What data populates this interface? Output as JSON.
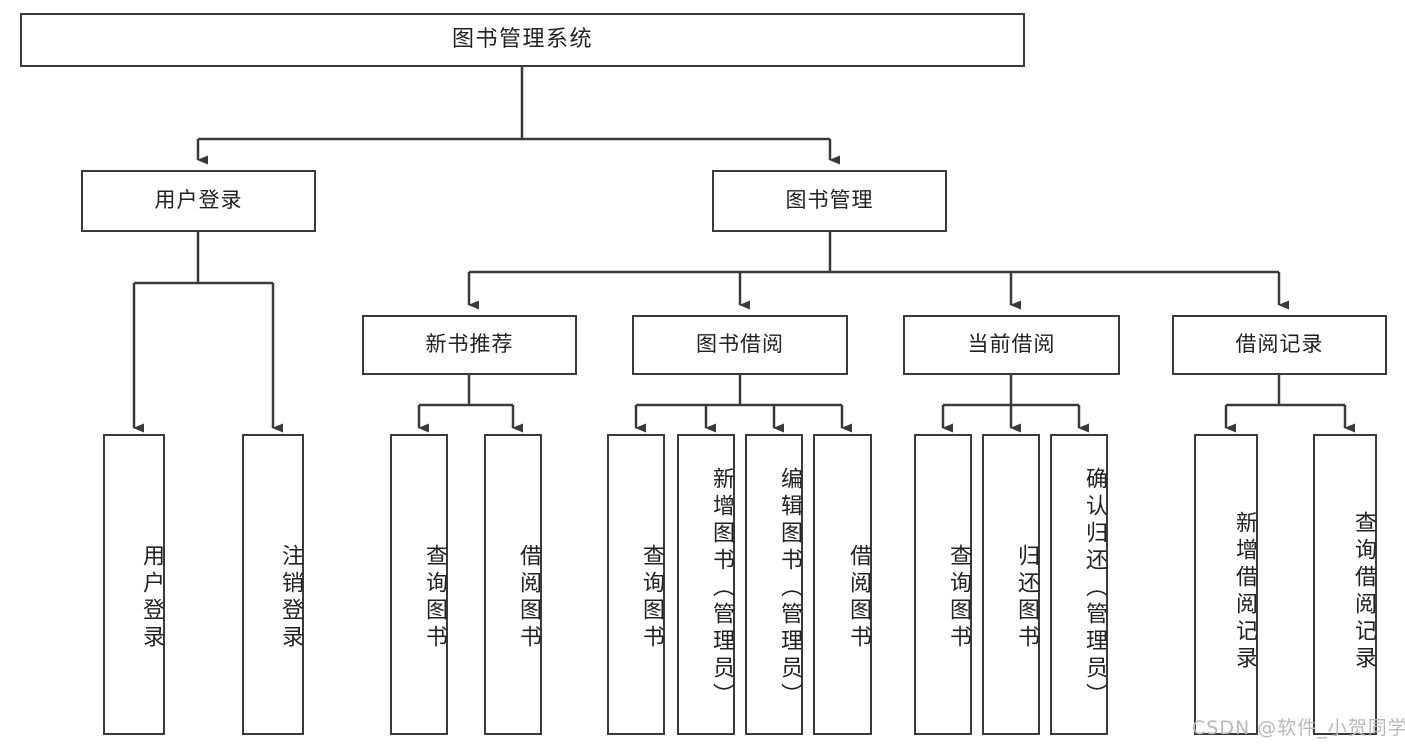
{
  "diagram": {
    "title": "图书管理系统",
    "watermark": "CSDN @软件_小贺同学",
    "line_color": "#3a3a3a",
    "text_color": "#222222",
    "background": "#ffffff",
    "root": {
      "label": "图书管理系统"
    },
    "level2": [
      {
        "id": "user-login",
        "label": "用户登录"
      },
      {
        "id": "book-manage",
        "label": "图书管理"
      }
    ],
    "level3": [
      {
        "id": "new-book-recommend",
        "label": "新书推荐"
      },
      {
        "id": "book-borrow",
        "label": "图书借阅"
      },
      {
        "id": "current-borrow",
        "label": "当前借阅"
      },
      {
        "id": "borrow-record",
        "label": "借阅记录"
      }
    ],
    "leaves": {
      "user_login": [
        {
          "id": "leaf-user-login",
          "label": "用户登录"
        },
        {
          "id": "leaf-logout-login",
          "label": "注销登录"
        }
      ],
      "new_book_recommend": [
        {
          "id": "leaf-query-book-1",
          "label": "查询图书"
        },
        {
          "id": "leaf-borrow-book-1",
          "label": "借阅图书"
        }
      ],
      "book_borrow": [
        {
          "id": "leaf-query-book-2",
          "label": "查询图书"
        },
        {
          "id": "leaf-add-book-admin",
          "label": "新增图书（管理员）"
        },
        {
          "id": "leaf-edit-book-admin",
          "label": "编辑图书（管理员）"
        },
        {
          "id": "leaf-borrow-book-2",
          "label": "借阅图书"
        }
      ],
      "current_borrow": [
        {
          "id": "leaf-query-book-3",
          "label": "查询图书"
        },
        {
          "id": "leaf-return-book",
          "label": "归还图书"
        },
        {
          "id": "leaf-confirm-return-admin",
          "label": "确认归还（管理员）"
        }
      ],
      "borrow_record": [
        {
          "id": "leaf-add-borrow-record",
          "label": "新增借阅记录"
        },
        {
          "id": "leaf-query-borrow-record",
          "label": "查询借阅记录"
        }
      ]
    }
  }
}
